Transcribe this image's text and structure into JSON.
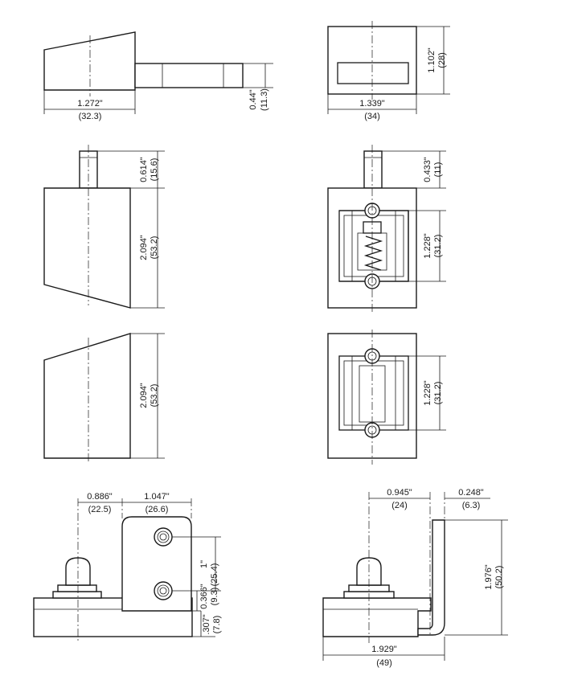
{
  "dims": {
    "v1_width_in": "1.272\"",
    "v1_width_mm": "(32.3)",
    "v1_pin_in": "0.44\"",
    "v1_pin_mm": "(11.3)",
    "v2_width_in": "1.339\"",
    "v2_width_mm": "(34)",
    "v2_height_in": "1.102\"",
    "v2_height_mm": "(28)",
    "v3_pin_in": "0.614\"",
    "v3_pin_mm": "(15.6)",
    "v3_height_in": "2.094\"",
    "v3_height_mm": "(53.2)",
    "v4_pin_in": "0.433\"",
    "v4_pin_mm": "(11)",
    "v4_span_in": "1.228\"",
    "v4_span_mm": "(31.2)",
    "v5_height_in": "2.094\"",
    "v5_height_mm": "(53.2)",
    "v6_span_in": "1.228\"",
    "v6_span_mm": "(31.2)",
    "v7_left_in": "0.886\"",
    "v7_left_mm": "(22.5)",
    "v7_plate_in": "1.047\"",
    "v7_plate_mm": "(26.6)",
    "v7_holes_in": "1\"",
    "v7_holes_mm": "(25.4)",
    "v7_hole_in": "0.366\"",
    "v7_hole_mm": "(9.3)",
    "v7_base_in": ".307\"",
    "v7_base_mm": "(7.8)",
    "v8_left_in": "0.945\"",
    "v8_left_mm": "(24)",
    "v8_arm_in": "0.248\"",
    "v8_arm_mm": "(6.3)",
    "v8_height_in": "1.976\"",
    "v8_height_mm": "(50.2)",
    "v8_width_in": "1.929\"",
    "v8_width_mm": "(49)"
  }
}
